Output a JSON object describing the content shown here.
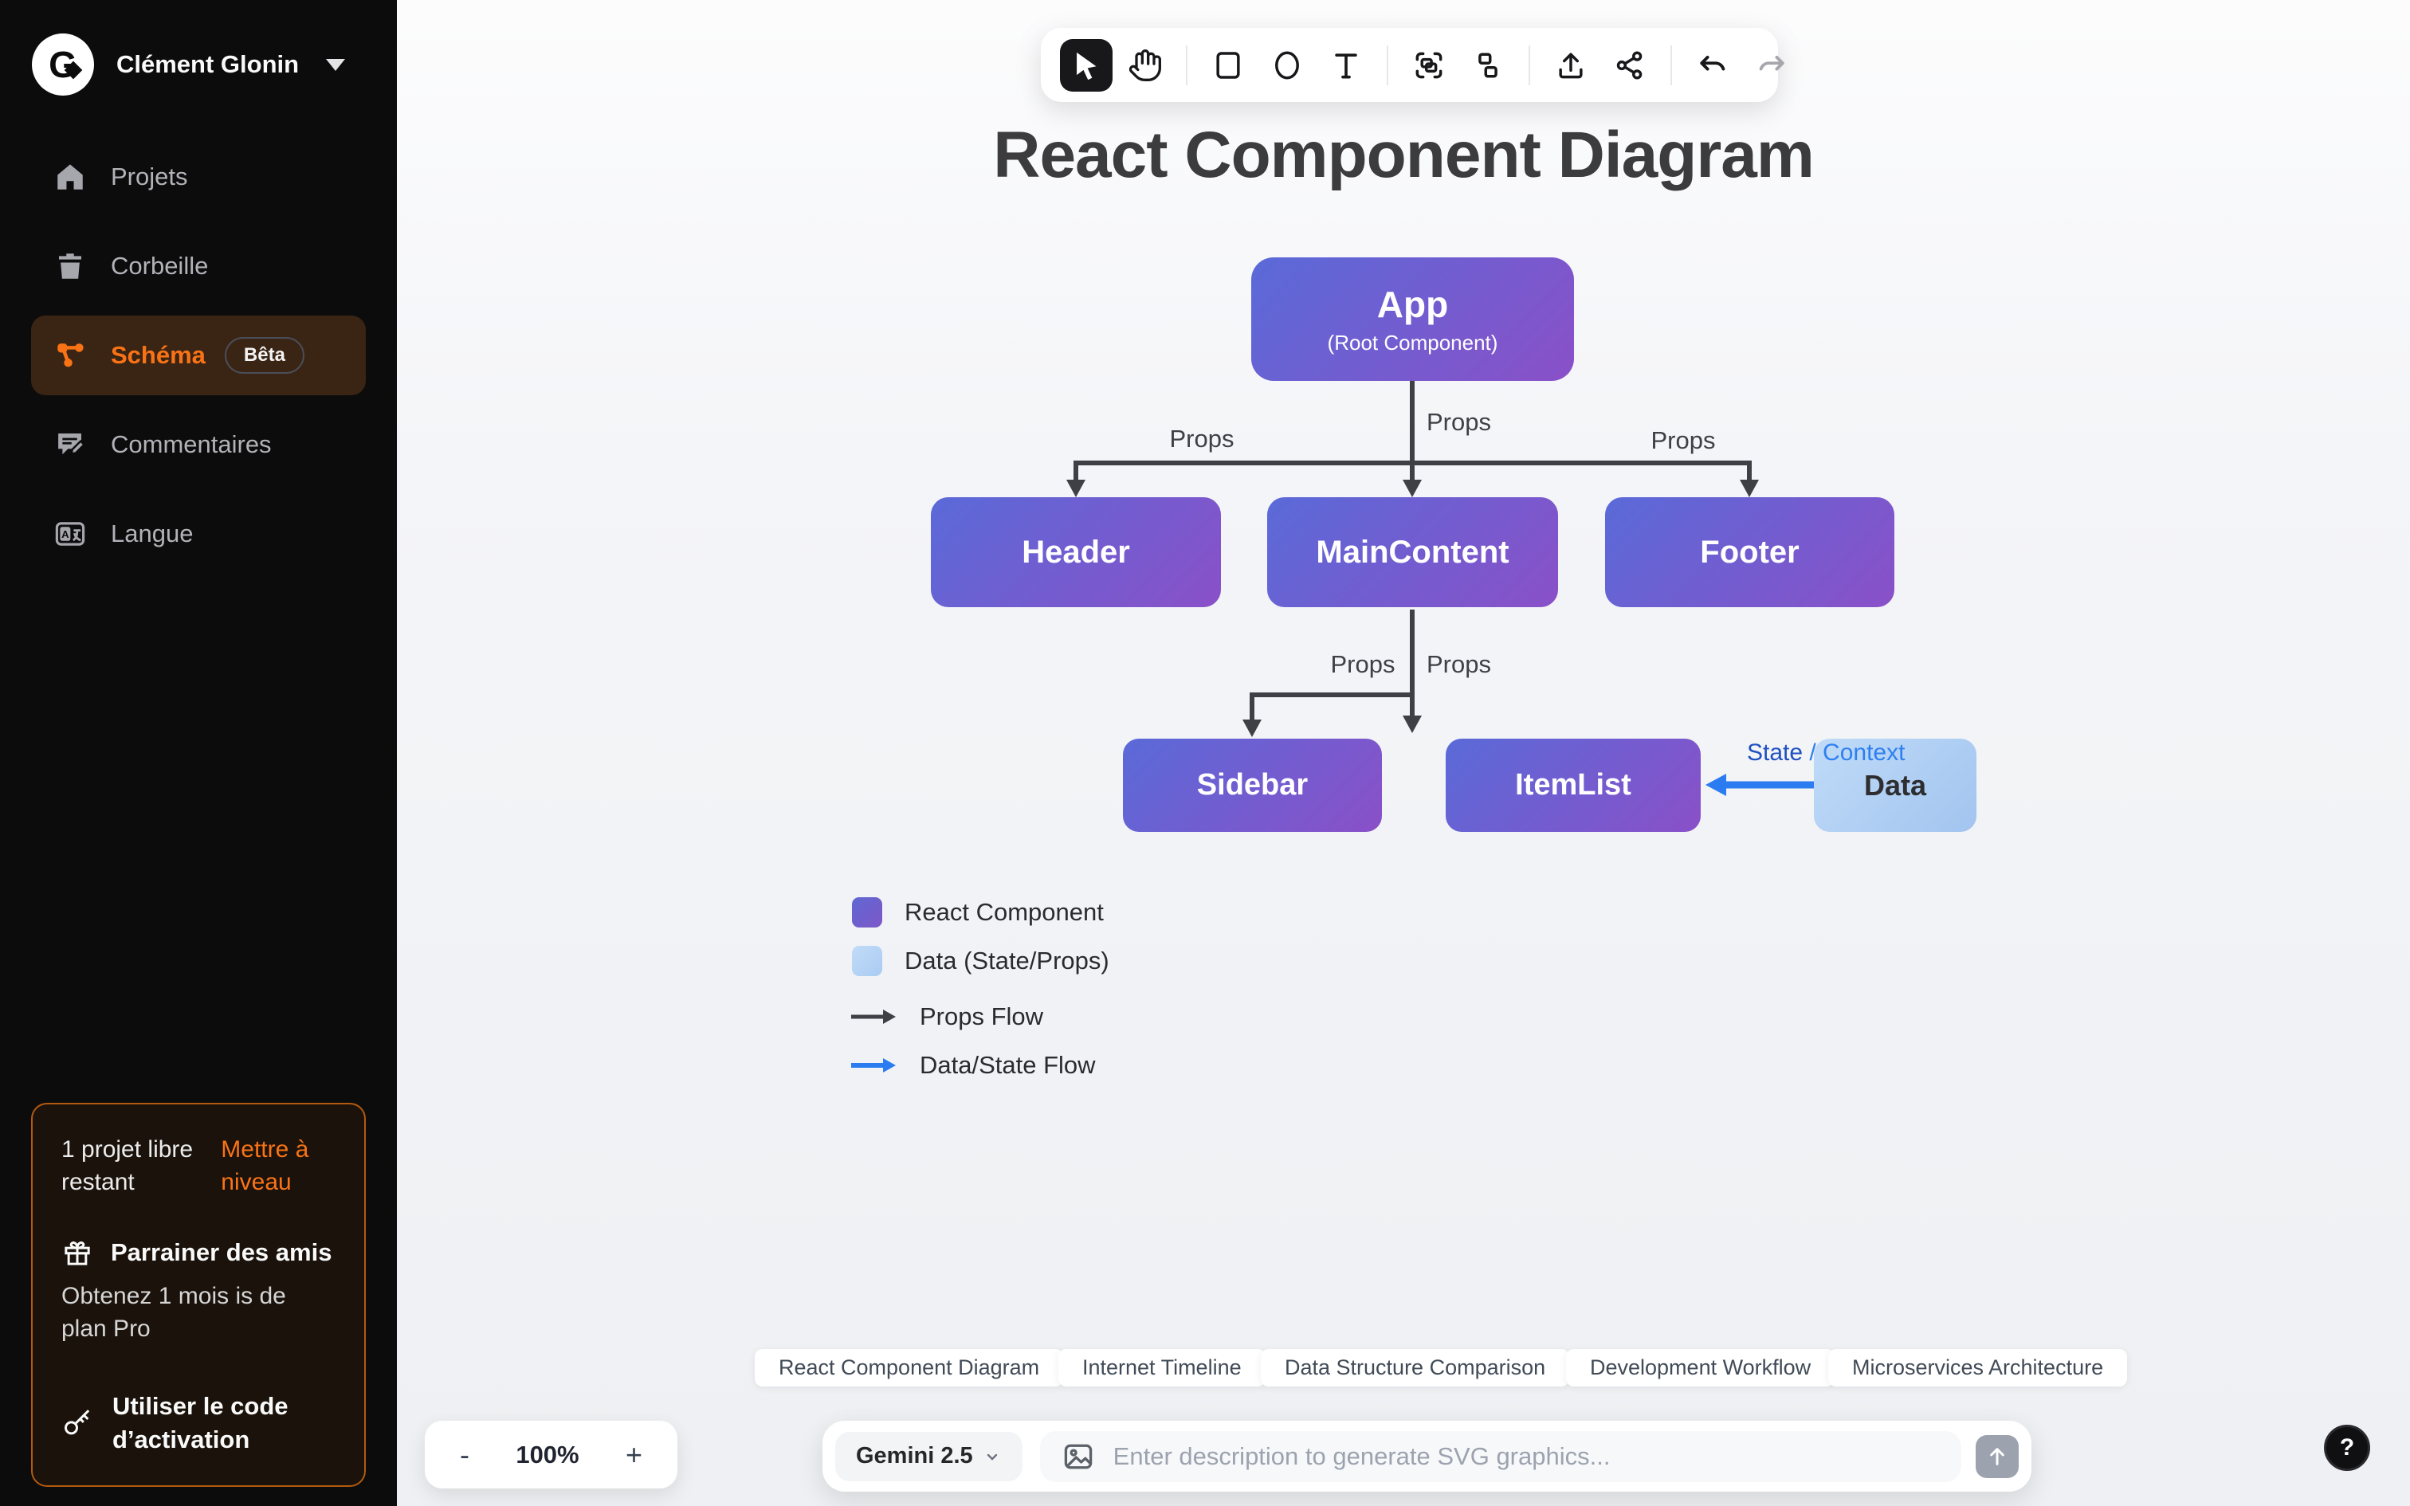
{
  "sidebar": {
    "user": {
      "name": "Clément Glonin",
      "avatar_initial": "G"
    },
    "items": [
      {
        "label": "Projets",
        "icon": "home-icon"
      },
      {
        "label": "Corbeille",
        "icon": "trash-icon"
      },
      {
        "label": "Schéma",
        "icon": "schema-icon",
        "badge": "Bêta",
        "active": true
      },
      {
        "label": "Commentaires",
        "icon": "comments-icon"
      },
      {
        "label": "Langue",
        "icon": "language-icon"
      }
    ],
    "promo": {
      "credits": "1 projet libre restant",
      "upgrade": "Mettre à niveau",
      "referral_title": "Parrainer des amis",
      "referral_desc": "Obtenez 1 mois is de plan Pro",
      "activation": "Utiliser le code d’activation"
    }
  },
  "toolbar": {
    "tools": [
      "select",
      "pan",
      "rectangle",
      "ellipse",
      "text",
      "capture",
      "shapes",
      "export",
      "share",
      "undo",
      "redo"
    ],
    "active_tool": "select"
  },
  "canvas": {
    "title": "React Component Diagram",
    "diagram": {
      "nodes": [
        {
          "id": "app",
          "title": "App",
          "subtitle": "(Root Component)",
          "type": "component"
        },
        {
          "id": "header",
          "title": "Header",
          "type": "component"
        },
        {
          "id": "maincontent",
          "title": "MainContent",
          "type": "component"
        },
        {
          "id": "footer",
          "title": "Footer",
          "type": "component"
        },
        {
          "id": "sidebar",
          "title": "Sidebar",
          "type": "component"
        },
        {
          "id": "itemlist",
          "title": "ItemList",
          "type": "component"
        },
        {
          "id": "data",
          "title": "Data",
          "type": "data"
        }
      ],
      "edges": [
        {
          "from": "app",
          "to": "header",
          "label": "Props"
        },
        {
          "from": "app",
          "to": "maincontent",
          "label": "Props"
        },
        {
          "from": "app",
          "to": "footer",
          "label": "Props"
        },
        {
          "from": "maincontent",
          "to": "sidebar",
          "label": "Props"
        },
        {
          "from": "maincontent",
          "to": "itemlist",
          "label": "Props"
        },
        {
          "from": "data",
          "to": "itemlist",
          "label": "State / Context"
        }
      ],
      "state_edge": {
        "part1": "State ",
        "part2": "/ Context"
      }
    },
    "legend": [
      "React Component",
      "Data (State/Props)",
      "Props Flow",
      "Data/State Flow"
    ]
  },
  "tabs": [
    "React Component Diagram",
    "Internet Timeline",
    "Data Structure Comparison",
    "Development Workflow",
    "Microservices Architecture"
  ],
  "footer": {
    "zoom_out": "-",
    "zoom_level": "100%",
    "zoom_in": "+",
    "model": "Gemini 2.5",
    "prompt_placeholder": "Enter description to generate SVG graphics...",
    "help": "?"
  },
  "colors": {
    "accent_orange": "#f97316",
    "component_node_start": "#5a6ad8",
    "component_node_end": "#8a50c8",
    "data_node_start": "#c0dbf8",
    "data_node_end": "#a2c4ef",
    "props_flow": "#3f3f46",
    "data_state_flow": "#2b7cf0",
    "sidebar_bg": "#0c0c0d"
  }
}
